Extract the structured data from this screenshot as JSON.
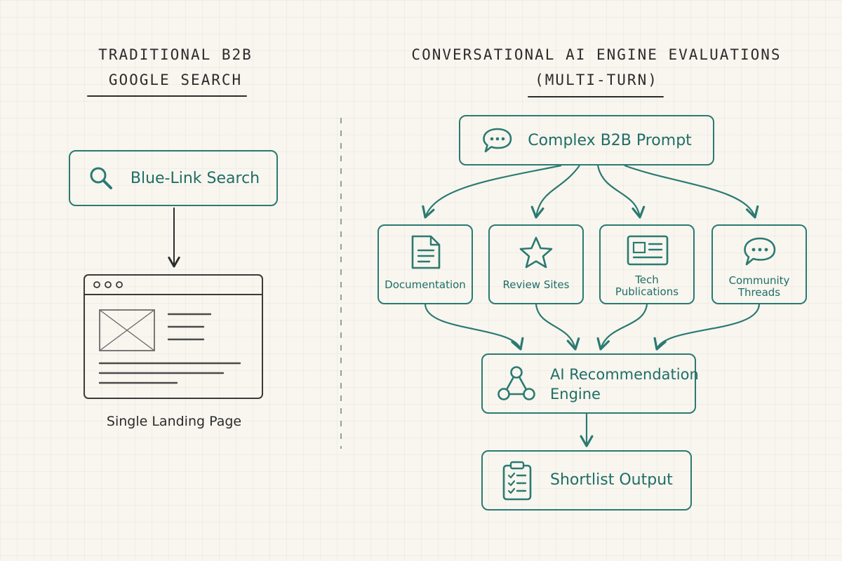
{
  "left_panel": {
    "title_line1": "TRADITIONAL B2B",
    "title_line2": "GOOGLE SEARCH",
    "search_box_label": "Blue-Link Search",
    "landing_caption": "Single Landing Page"
  },
  "right_panel": {
    "title": "CONVERSATIONAL AI ENGINE EVALUATIONS",
    "subtitle": "(MULTI-TURN)",
    "prompt_box_label": "Complex B2B Prompt",
    "sources": [
      {
        "line1": "Documentation",
        "line2": ""
      },
      {
        "line1": "Review Sites",
        "line2": ""
      },
      {
        "line1": "Tech",
        "line2": "Publications"
      },
      {
        "line1": "Community",
        "line2": "Threads"
      }
    ],
    "engine_label_line1": "AI Recommendation",
    "engine_label_line2": "Engine",
    "output_label": "Shortlist Output"
  },
  "colors": {
    "teal": "#2a7a72",
    "ink": "#2c2c2c",
    "background": "#f8f6ef"
  },
  "icons": {
    "search": "magnifier-icon",
    "prompt": "speech-bubble-icon",
    "documentation": "document-icon",
    "review": "star-icon",
    "publications": "newspaper-icon",
    "community": "speech-bubble-icon",
    "engine": "network-triangle-icon",
    "output": "clipboard-checklist-icon"
  }
}
